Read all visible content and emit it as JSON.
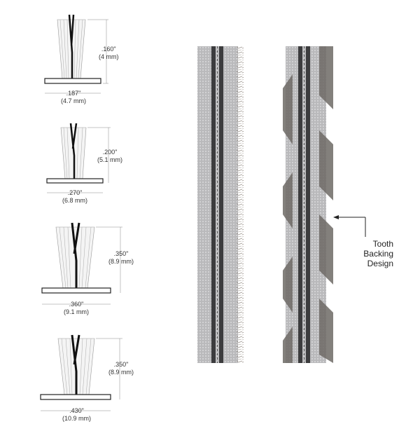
{
  "profiles": [
    {
      "height_in": ".160\"",
      "height_mm": "(4 mm)",
      "width_in": ".187\"",
      "width_mm": "(4.7 mm)"
    },
    {
      "height_in": ".200\"",
      "height_mm": "(5.1 mm)",
      "width_in": ".270\"",
      "width_mm": "(6.8 mm)"
    },
    {
      "height_in": ".350\"",
      "height_mm": "(8.9 mm)",
      "width_in": ".360\"",
      "width_mm": "(9.1 mm)"
    },
    {
      "height_in": ".350\"",
      "height_mm": "(8.9 mm)",
      "width_in": ".430\"",
      "width_mm": "(10.9 mm)"
    }
  ],
  "strips": [
    {
      "name": "standard-backing-strip"
    },
    {
      "name": "tooth-backing-strip"
    }
  ],
  "callout": {
    "line1": "Tooth",
    "line2": "Backing Design"
  },
  "colors": {
    "strip_fill": "#b8b8b8",
    "strip_stitch": "#3a3a3a",
    "bristle": "#7a7a7a"
  }
}
